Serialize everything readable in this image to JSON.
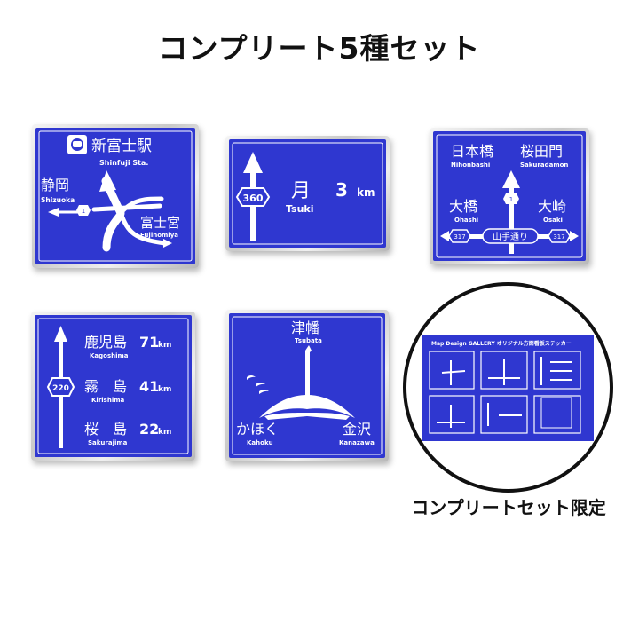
{
  "title": "コンプリート5種セット",
  "caption": "コンプリートセット限定",
  "colors": {
    "sign_blue": "#2f37d0",
    "frame_silver": "#d0d0d0",
    "text": "#111111"
  },
  "sign1": {
    "station": "新富士駅",
    "station_en": "Shinfuji Sta.",
    "west": "静岡",
    "west_en": "Shizuoka",
    "route": "1",
    "east": "富士宮",
    "east_en": "Fujinomiya",
    "icon": "train-icon"
  },
  "sign2": {
    "route": "360",
    "place": "月",
    "distance": "3",
    "unit": "km",
    "place_en": "Tsuki"
  },
  "sign3": {
    "nw": "日本橋",
    "nw_en": "Nihonbashi",
    "ne": "桜田門",
    "ne_en": "Sakuradamon",
    "route_top": "1",
    "w": "大橋",
    "w_en": "Ohashi",
    "e": "大崎",
    "e_en": "Osaki",
    "route_left": "317",
    "route_right": "317",
    "road": "山手通り"
  },
  "sign4": {
    "route": "220",
    "rows": [
      {
        "name": "鹿児島",
        "dist": "71",
        "unit": "km",
        "en": "Kagoshima"
      },
      {
        "name": "霧　島",
        "dist": "41",
        "unit": "km",
        "en": "Kirishima"
      },
      {
        "name": "桜　島",
        "dist": "22",
        "unit": "km",
        "en": "Sakurajima"
      }
    ]
  },
  "sign5": {
    "north": "津幡",
    "north_en": "Tsubata",
    "west": "かほく",
    "west_en": "Kahoku",
    "east": "金沢",
    "east_en": "Kanazawa",
    "icon": "crane-icon"
  },
  "sticker": {
    "header": "Map Design GALLERY オリジナル方面看板ステッカー"
  }
}
